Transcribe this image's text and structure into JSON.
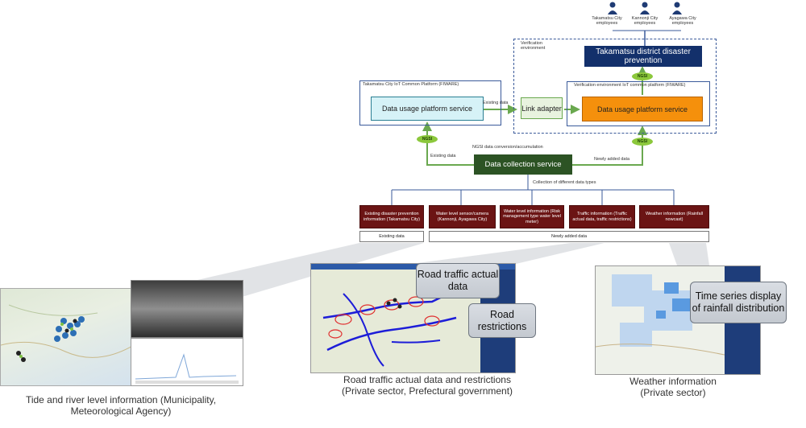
{
  "employees": [
    {
      "label": "Takamatsu City employees"
    },
    {
      "label": "Kannonji City employees"
    },
    {
      "label": "Ayagawa City employees"
    }
  ],
  "verification_env_label": "Verification environment",
  "disaster_box": "Takamatsu district disaster prevention",
  "takamatsu_platform_label": "Takamatsu City IoT Common Platform (FIWARE)",
  "verif_platform_label": "Verification environment IoT common platform (FIWARE)",
  "data_usage_left": "Data usage platform service",
  "data_usage_right": "Data usage platform service",
  "link_adapter": "Link adapter",
  "existing_data_arrow": "Existing data",
  "ngsi": "NGSI",
  "ngsi_conversion": "NGSI data conversion/accumulation",
  "existing_data_label2": "Existing data",
  "newly_added_label": "Newly added data",
  "data_collection": "Data collection service",
  "collection_types": "Collection of different data types",
  "sources": [
    "Existing disaster prevention information (Takamatsu City)",
    "Water level sensor/camera (Kannonji, Ayagawa City)",
    "Water level information (Risk management type water level meter)",
    "Traffic information (Traffic actual data, traffic restrictions)",
    "Weather information (Rainfall nowcast)"
  ],
  "existing_data_bar": "Existing data",
  "newly_added_bar": "Newly added data",
  "callouts": {
    "road_traffic": "Road traffic actual data",
    "road_restrictions": "Road restrictions",
    "rainfall": "Time series display of rainfall distribution"
  },
  "captions": {
    "left": "Tide and river level information (Municipality, Meteorological Agency)",
    "middle": "Road traffic actual data and restrictions (Private sector, Prefectural government)",
    "right": "Weather information (Private sector)"
  }
}
